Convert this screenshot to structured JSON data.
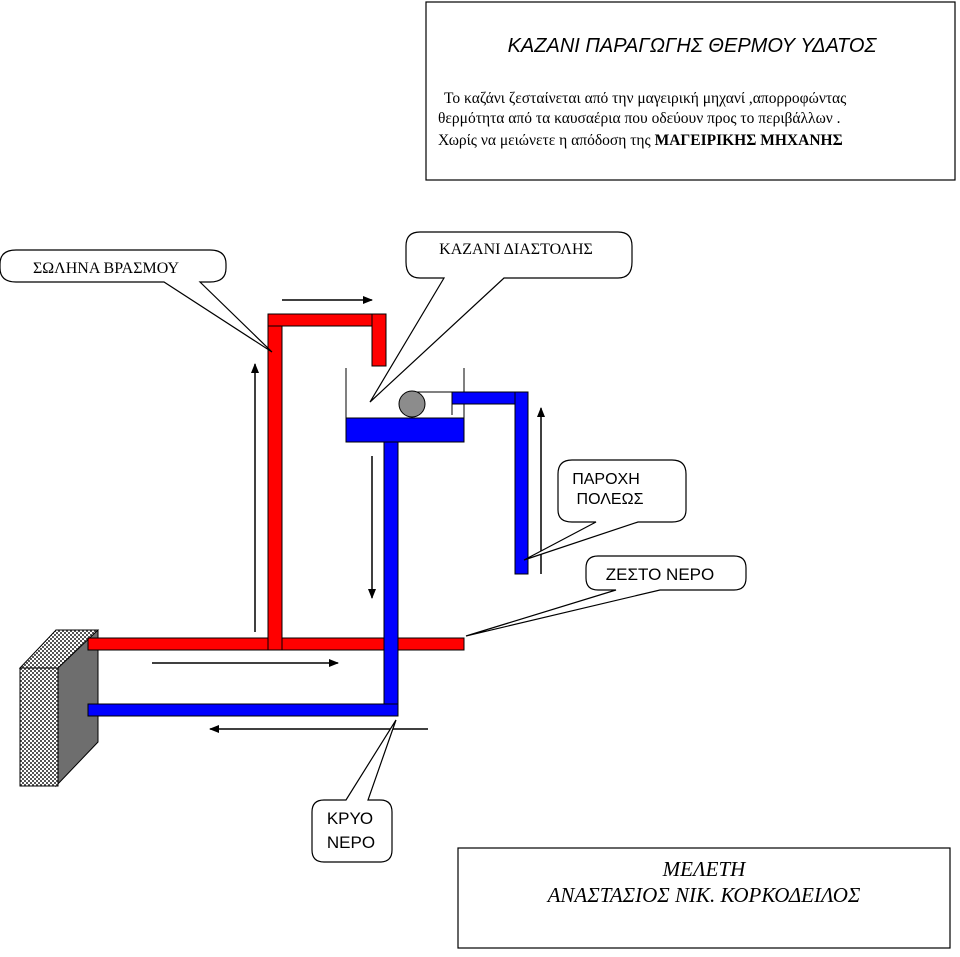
{
  "header": {
    "title": "ΚΑΖΑΝΙ  ΠΑΡΑΓΩΓΗΣ ΘΕΡΜΟΥ ΥΔΑΤΟΣ",
    "line1": "Το καζάνι ζεσταίνεται από την μαγειρική μηχανί ,απορροφώντας",
    "line2": "θερμότητα από τα καυσαέρια που οδεύουν προς το περιβάλλων .",
    "line3_prefix": "Χωρίς να μειώνετε η απόδοση της ",
    "line3_bold": "ΜΑΓΕΙΡΙΚΗΣ ΜΗΧΑΝΗΣ"
  },
  "callouts": {
    "boiling_pipe": "ΣΩΛΗΝΑ ΒΡΑΣΜΟΥ",
    "expansion_tank": "ΚΑΖΑΝΙ ΔΙΑΣΤΟΛΗΣ",
    "city_supply_line1": "ΠΑΡΟΧΗ",
    "city_supply_line2": "ΠΟΛΕΩΣ",
    "hot_water": "ΖΕΣΤΟ ΝΕΡΟ",
    "cold_water_line1": "ΚΡΥΟ",
    "cold_water_line2": "ΝΕΡΟ"
  },
  "footer": {
    "line1": "ΜΕΛΕΤΗ",
    "line2": "ΑΝΑΣΤΑΣΙΟΣ ΝΙΚ. ΚΟΡΚΟΔΕΙΛΟΣ"
  },
  "colors": {
    "hot": "#ff0000",
    "cold": "#0000ff",
    "float_ball": "#8c8c8c",
    "boiler_dark": "#6e6e6e"
  }
}
